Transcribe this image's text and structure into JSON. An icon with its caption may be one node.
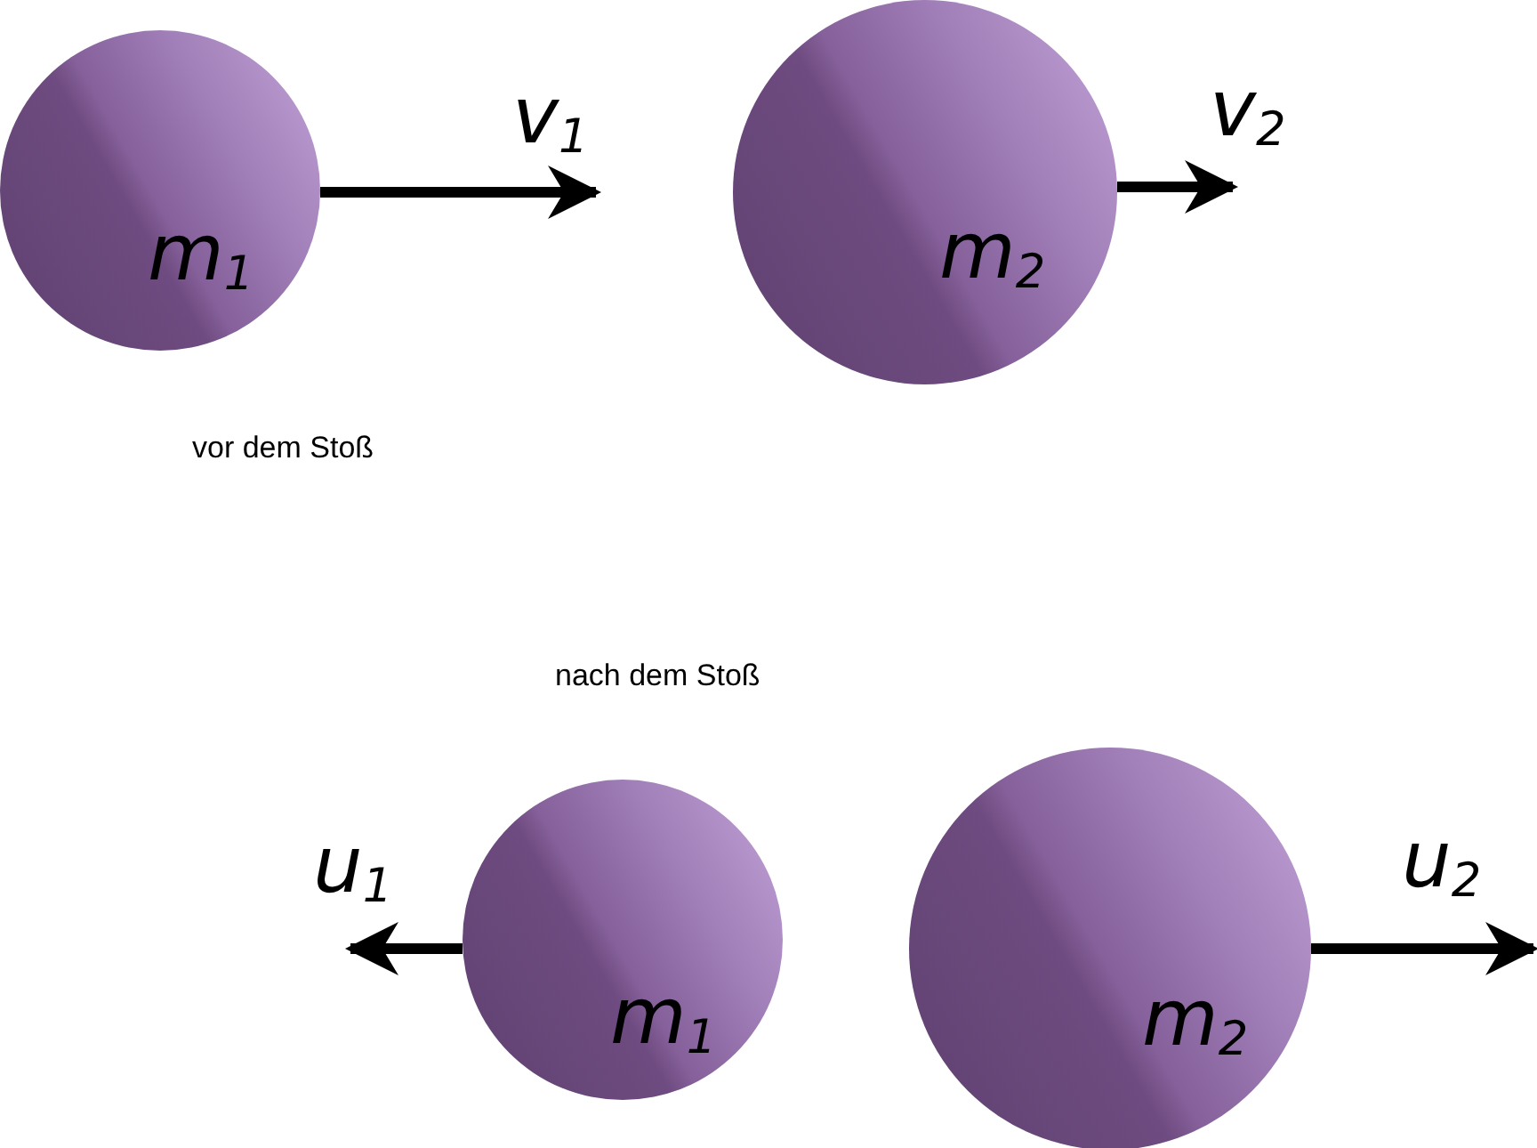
{
  "diagram": {
    "nodes": [
      {
        "text": [
          "m$_{1}$"
        ]
      },
      {
        "text": [
          "m$_{2}$"
        ]
      },
      {
        "text": [
          "m$_{1}$"
        ]
      },
      {
        "text": [
          "m$_{2}$"
        ]
      }
    ],
    "edges": [
      {
        "from": 0,
        "to": null,
        "arrow": "to",
        "label": "v$_{1}$"
      },
      {
        "from": 1,
        "to": null,
        "arrow": "to",
        "label": "v$_{2}$"
      },
      {
        "from": 2,
        "to": null,
        "arrow": "to",
        "label": "u$_{1}$"
      },
      {
        "from": 3,
        "to": null,
        "arrow": "to",
        "label": "u$_{2}$"
      }
    ],
    "labels": [
      "vor dem Stoß",
      "nach dem Stoß"
    ]
  }
}
